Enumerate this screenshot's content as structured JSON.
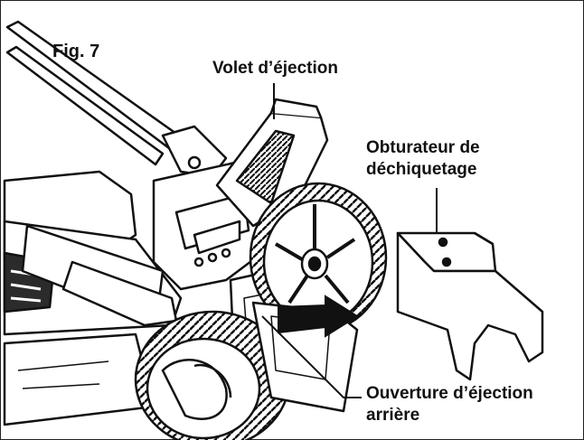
{
  "figure": {
    "number": "Fig. 7",
    "callouts": {
      "discharge_flap": {
        "text": "Volet d’éjection"
      },
      "mulching_plug": {
        "line1": "Obturateur de",
        "line2": "déchiquetage"
      },
      "rear_opening": {
        "line1": "Ouverture d’éjection",
        "line2": "arrière"
      }
    }
  },
  "colors": {
    "ink": "#111111",
    "paper": "#ffffff",
    "shade": "#8a8a8a"
  },
  "icons": [
    "arrow-icon"
  ]
}
